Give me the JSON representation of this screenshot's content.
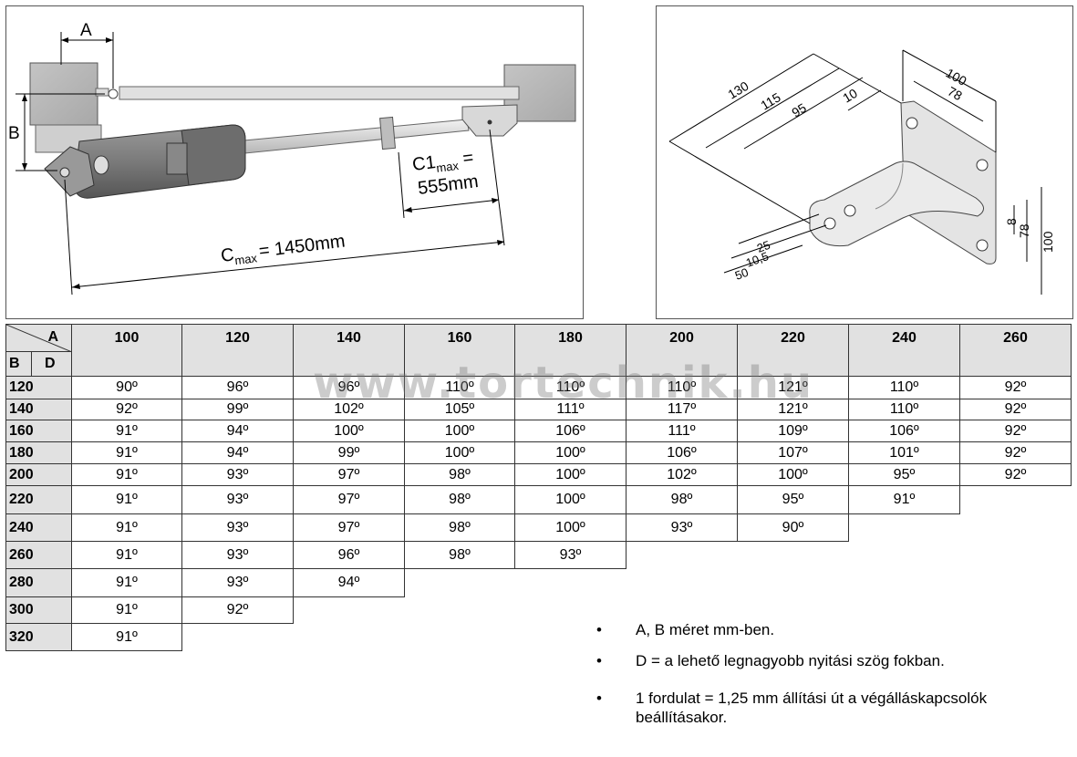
{
  "diagram_left": {
    "label_a": "A",
    "label_b": "B",
    "c1_prefix": "C1",
    "c1_sub": "max",
    "c1_eq": " =",
    "c1_value": "555mm",
    "c_prefix": "C",
    "c_sub": "max",
    "c_value": "= 1450mm"
  },
  "diagram_right": {
    "dims": [
      "130",
      "115",
      "95",
      "10",
      "100",
      "78",
      "8",
      "78",
      "100",
      "25",
      "10,5",
      "50"
    ]
  },
  "table": {
    "corner_a": "A",
    "corner_b": "B",
    "corner_d": "D",
    "columns": [
      "100",
      "120",
      "140",
      "160",
      "180",
      "200",
      "220",
      "240",
      "260"
    ],
    "rows": [
      {
        "b": "120",
        "values": [
          "90º",
          "96º",
          "96º",
          "110º",
          "110º",
          "110º",
          "121º",
          "110º",
          "92º"
        ]
      },
      {
        "b": "140",
        "values": [
          "92º",
          "99º",
          "102º",
          "105º",
          "111º",
          "117º",
          "121º",
          "110º",
          "92º"
        ]
      },
      {
        "b": "160",
        "values": [
          "91º",
          "94º",
          "100º",
          "100º",
          "106º",
          "111º",
          "109º",
          "106º",
          "92º"
        ]
      },
      {
        "b": "180",
        "values": [
          "91º",
          "94º",
          "99º",
          "100º",
          "100º",
          "106º",
          "107º",
          "101º",
          "92º"
        ]
      },
      {
        "b": "200",
        "values": [
          "91º",
          "93º",
          "97º",
          "98º",
          "100º",
          "102º",
          "100º",
          "95º",
          "92º"
        ]
      },
      {
        "b": "220",
        "values": [
          "91º",
          "93º",
          "97º",
          "98º",
          "100º",
          "98º",
          "95º",
          "91º"
        ]
      },
      {
        "b": "240",
        "values": [
          "91º",
          "93º",
          "97º",
          "98º",
          "100º",
          "93º",
          "90º"
        ]
      },
      {
        "b": "260",
        "values": [
          "91º",
          "93º",
          "96º",
          "98º",
          "93º"
        ]
      },
      {
        "b": "280",
        "values": [
          "91º",
          "93º",
          "94º"
        ]
      },
      {
        "b": "300",
        "values": [
          "91º",
          "92º"
        ]
      },
      {
        "b": "320",
        "values": [
          "91º"
        ]
      }
    ]
  },
  "watermark": "www.tortechnik.hu",
  "notes": [
    {
      "bullet": "•",
      "text": "A, B méret mm-ben."
    },
    {
      "bullet": "•",
      "text": "D = a lehető legnagyobb nyitási szög fokban."
    },
    {
      "bullet": "•",
      "line1": "1 fordulat = 1,25 mm állítási út a végálláskapcsolók",
      "line2": "beállításakor."
    }
  ]
}
